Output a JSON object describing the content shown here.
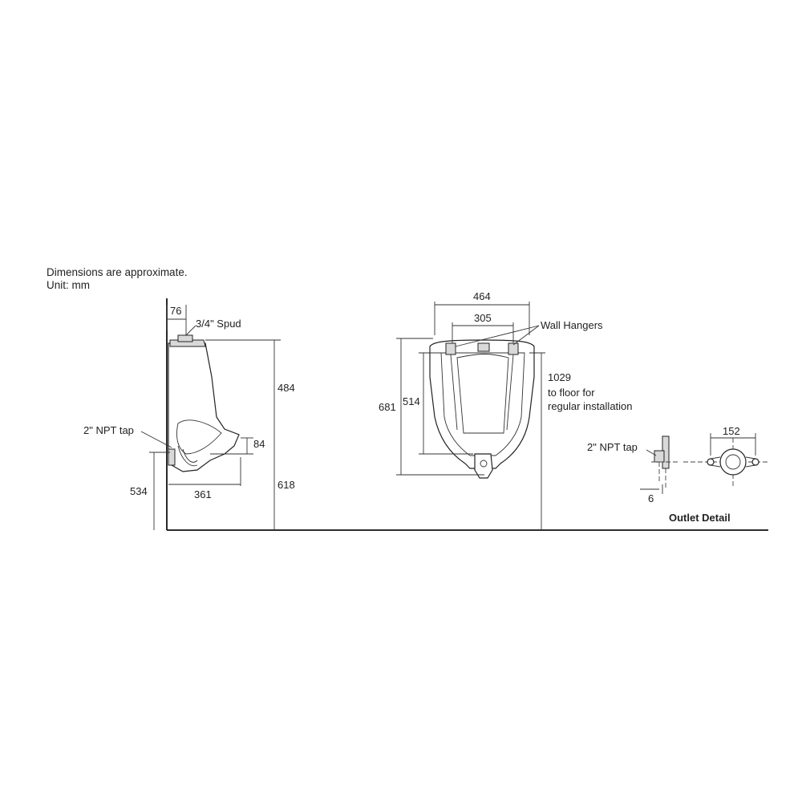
{
  "notes": {
    "line1": "Dimensions are approximate.",
    "line2": "Unit: mm"
  },
  "side_view": {
    "dim_spud_offset": "76",
    "spud_label": "3/4\" Spud",
    "dim_height_484": "484",
    "npt_tap_label": "2\" NPT tap",
    "dim_84": "84",
    "dim_534": "534",
    "dim_361": "361",
    "dim_618": "618"
  },
  "front_view": {
    "dim_width_464": "464",
    "dim_hanger_305": "305",
    "wall_hangers_label": "Wall Hangers",
    "dim_681": "681",
    "dim_514": "514",
    "floor_note_1": "1029",
    "floor_note_2": "to floor for",
    "floor_note_3": "regular installation"
  },
  "outlet_detail": {
    "npt_tap_label": "2\" NPT tap",
    "dim_6": "6",
    "dim_152": "152",
    "title": "Outlet Detail"
  }
}
